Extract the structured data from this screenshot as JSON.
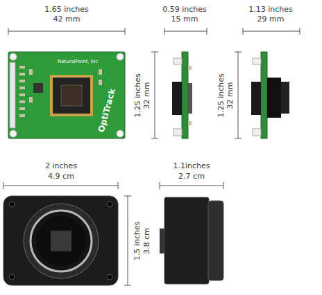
{
  "diagram": {
    "labels": [
      "1.65 inches",
      "42 mm",
      "0.59 inches",
      "15 mm",
      "1.13 inches",
      "29 mm",
      "NaturalPoint, Inc",
      "OptiTrack",
      "1.25 inches",
      "32 mm",
      "1.25 inches",
      "32 mm",
      "2 inches",
      "4.9 cm",
      "1.1inches",
      "2.7 cm",
      "1.5 inches",
      "3.8 cm"
    ]
  }
}
